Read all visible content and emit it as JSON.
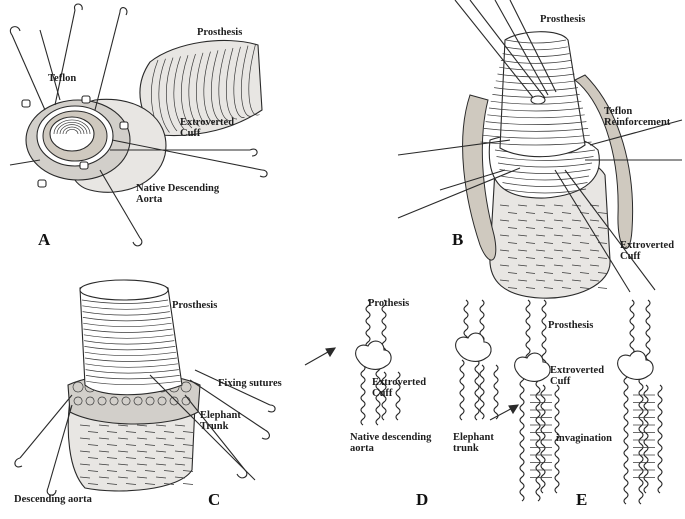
{
  "panels": {
    "A": {
      "letter": "A",
      "prosthesis": "Prosthesis",
      "teflon": "Teflon",
      "extroverted_cuff": "Extroverted\nCuff",
      "native_aorta": "Native Descending\nAorta"
    },
    "B": {
      "letter": "B",
      "prosthesis": "Prosthesis",
      "teflon_reinforcement": "Teflon\nReinforcement",
      "extroverted_cuff": "Extroverted\nCuff"
    },
    "C": {
      "letter": "C",
      "prosthesis": "Prosthesis",
      "fixing_sutures": "Fixing sutures",
      "elephant_trunk": "Elephant\nTrunk",
      "descending_aorta": "Descending aorta"
    },
    "D": {
      "letter": "D",
      "prothesis": "Prothesis",
      "extroverted_cuff": "Extroverted\nCuff",
      "native_aorta": "Native descending\naorta",
      "elephant_trunk": "Elephant\ntrunk"
    },
    "E": {
      "letter": "E",
      "prosthesis": "Prosthesis",
      "extroverted_cuff": "Extroverted\nCuff",
      "invagination": "invagination"
    }
  },
  "colors": {
    "ink": "#2a2a2a",
    "background": "#ffffff"
  }
}
